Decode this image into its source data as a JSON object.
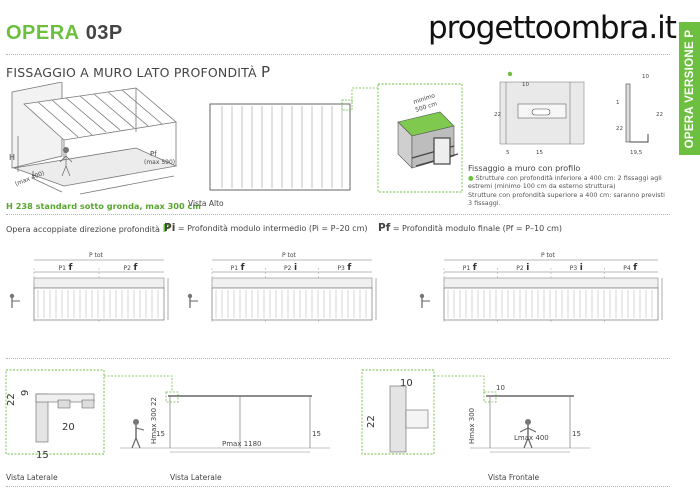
{
  "header": {
    "brand_opera": "OPERA",
    "brand_model": "03P",
    "site": "progettoombra.it",
    "side_tab": "OPERA VERSIONE P"
  },
  "section_title": {
    "text": "FISSAGGIO A MURO LATO PROFONDITÀ",
    "letter": "P"
  },
  "perspective": {
    "label_h": "H",
    "label_l": "L",
    "label_l_max": "(max 400)",
    "label_pf": "Pf",
    "label_pf_max": "(max 590)",
    "note": "H 238 standard sotto gronda, max 300 cm"
  },
  "vista_alto": {
    "caption": "Vista Alto"
  },
  "detail": {
    "minimo": "minimo",
    "minimo_val": "500 cm"
  },
  "fixing_section": {
    "dims": [
      "10",
      "22",
      "5",
      "15",
      "19,5",
      "22",
      "1",
      "22"
    ],
    "title": "Fissaggio a muro con profilo",
    "lines": [
      "Strutture con profondità inferiore a 400 cm: 2 fissaggi agli",
      "estremi (minimo 100 cm da esterno struttura)",
      "Strutture con profondità superiore a 400 cm: saranno previsti",
      "3 fissaggi."
    ]
  },
  "legend": {
    "accoppiate_label": "Opera accoppiate direzione profondità",
    "accoppiate_letter": "P",
    "pi_symbol": "Pi",
    "pi_text": "= Profondità modulo intermedio (Pi = P–20 cm)",
    "pf_symbol": "Pf",
    "pf_text": "= Profondità modulo finale (Pf = P–10 cm)"
  },
  "plans": [
    {
      "tot": "P tot",
      "mods": [
        {
          "p": "P1",
          "s": "f"
        },
        {
          "p": "P2",
          "s": "f"
        }
      ]
    },
    {
      "tot": "P tot",
      "mods": [
        {
          "p": "P1",
          "s": "f"
        },
        {
          "p": "P2",
          "s": "i"
        },
        {
          "p": "P3",
          "s": "f"
        }
      ]
    },
    {
      "tot": "P tot",
      "mods": [
        {
          "p": "P1",
          "s": "f"
        },
        {
          "p": "P2",
          "s": "i"
        },
        {
          "p": "P3",
          "s": "i"
        },
        {
          "p": "P4",
          "s": "f"
        }
      ]
    }
  ],
  "bottom": {
    "detail1": {
      "d22": "22",
      "d9": "9",
      "d20": "20",
      "d15": "15",
      "caption": "Vista Laterale"
    },
    "side": {
      "d22": "22",
      "hmax": "Hmax 300",
      "d15a": "15",
      "pmax": "Pmax 1180",
      "d15b": "15",
      "caption": "Vista Laterale"
    },
    "detail2": {
      "d10": "10",
      "d22": "22"
    },
    "front": {
      "d10": "10",
      "hmax": "Hmax 300",
      "lmax": "Lmax 400",
      "d15": "15",
      "caption": "Vista Frontale"
    }
  }
}
